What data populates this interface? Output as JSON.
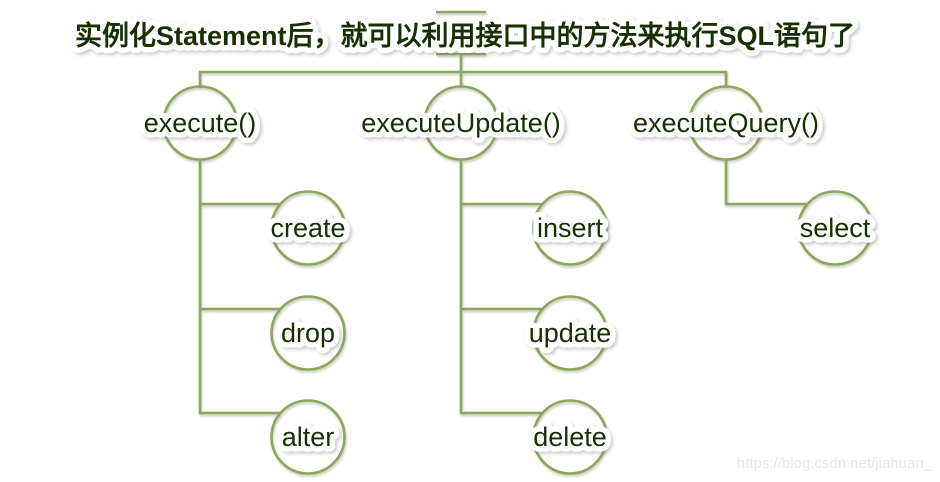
{
  "title": "实例化Statement后，就可以利用接口中的方法来执行SQL语句了",
  "colors": {
    "line": "#8DA65D",
    "text": "#173001",
    "watermark": "#E7E7E7",
    "background": "#FFFFFF"
  },
  "tree": {
    "root_label": "",
    "branches": [
      {
        "method": "execute()",
        "children": [
          "create",
          "drop",
          "alter"
        ]
      },
      {
        "method": "executeUpdate()",
        "children": [
          "insert",
          "update",
          "delete"
        ]
      },
      {
        "method": "executeQuery()",
        "children": [
          "select"
        ]
      }
    ]
  },
  "watermark": "https://blog.csdn.net/jiahuan_"
}
